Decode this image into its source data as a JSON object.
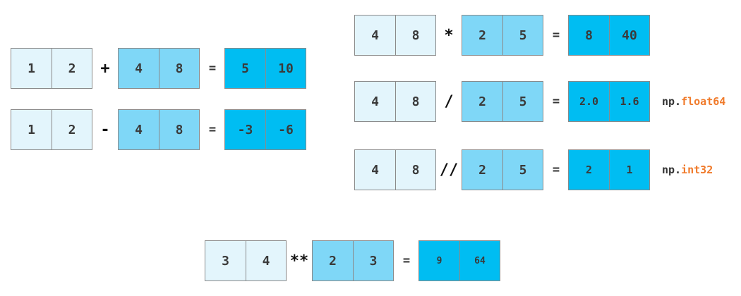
{
  "rows": {
    "add": {
      "a": [
        "1",
        "2"
      ],
      "op": "+",
      "b": [
        "4",
        "8"
      ],
      "eq": "=",
      "r": [
        "5",
        "10"
      ]
    },
    "sub": {
      "a": [
        "1",
        "2"
      ],
      "op": "-",
      "b": [
        "4",
        "8"
      ],
      "eq": "=",
      "r": [
        "-3",
        "-6"
      ]
    },
    "mul": {
      "a": [
        "4",
        "8"
      ],
      "op": "*",
      "b": [
        "2",
        "5"
      ],
      "eq": "=",
      "r": [
        "8",
        "40"
      ]
    },
    "div": {
      "a": [
        "4",
        "8"
      ],
      "op": "/",
      "b": [
        "2",
        "5"
      ],
      "eq": "=",
      "r": [
        "2.0",
        "1.6"
      ],
      "dtype_prefix": "np.",
      "dtype_name": "float64"
    },
    "floordiv": {
      "a": [
        "4",
        "8"
      ],
      "op": "//",
      "b": [
        "2",
        "5"
      ],
      "eq": "=",
      "r": [
        "2",
        "1"
      ],
      "dtype_prefix": "np.",
      "dtype_name": "int32"
    },
    "pow": {
      "a": [
        "3",
        "4"
      ],
      "op": "**",
      "b": [
        "2",
        "3"
      ],
      "eq": "=",
      "r": [
        "9",
        "64"
      ]
    }
  },
  "colors": {
    "operand_a": "#e3f5fc",
    "operand_b": "#7fd7f7",
    "result": "#00bdf2",
    "dtype_highlight": "#f07a2a"
  }
}
